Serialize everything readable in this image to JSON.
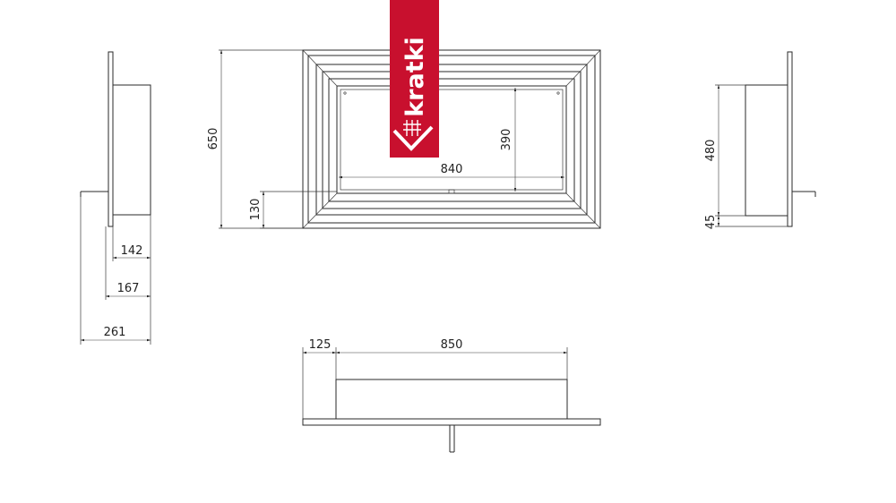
{
  "brand": {
    "name": "kratki",
    "color": "#c8102e",
    "logo_icon": "kratki-grid-chevron-icon"
  },
  "dimensions": {
    "left_view": {
      "d142": "142",
      "d167": "167",
      "d261": "261"
    },
    "front_view": {
      "height_total": "650",
      "height_glass": "390",
      "width_glass": "840",
      "bottom_offset": "130"
    },
    "right_view": {
      "d480": "480",
      "d45": "45"
    },
    "top_view": {
      "d125": "125",
      "d850": "850"
    }
  }
}
